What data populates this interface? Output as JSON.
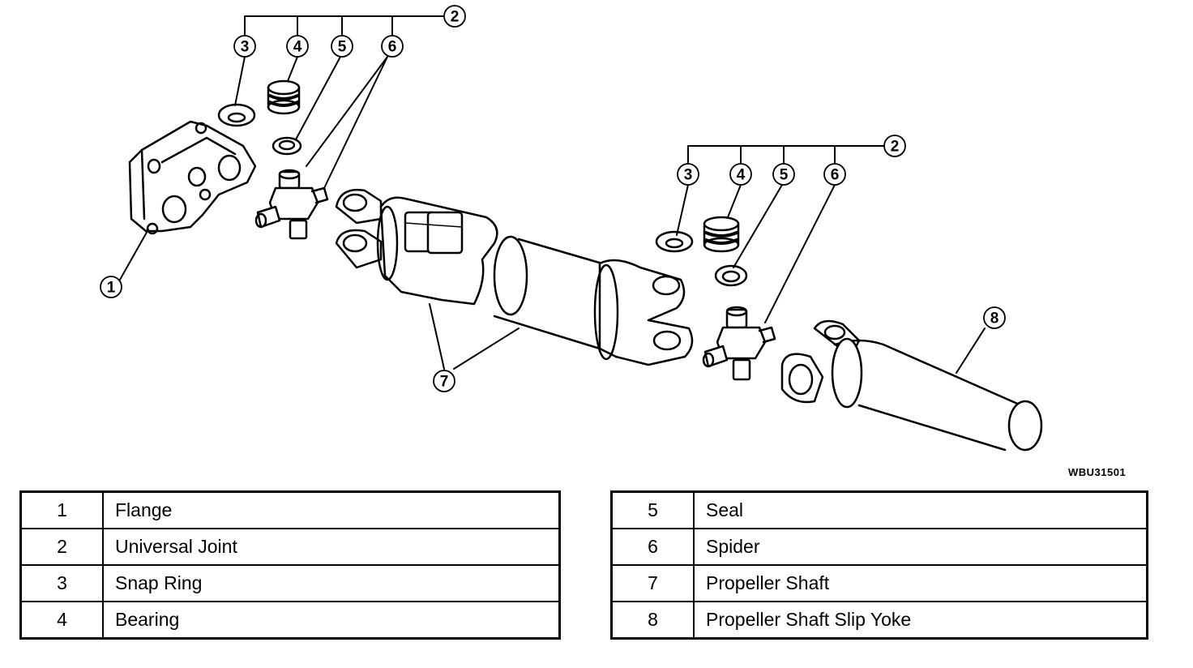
{
  "diagram": {
    "code": "WBU31501",
    "callouts": {
      "c1": "1",
      "c2a": "2",
      "c3a": "3",
      "c4a": "4",
      "c5a": "5",
      "c6a": "6",
      "c7": "7",
      "c2b": "2",
      "c3b": "3",
      "c4b": "4",
      "c5b": "5",
      "c6b": "6",
      "c8": "8"
    }
  },
  "legend": {
    "left": [
      {
        "num": "1",
        "name": "Flange"
      },
      {
        "num": "2",
        "name": "Universal Joint"
      },
      {
        "num": "3",
        "name": "Snap Ring"
      },
      {
        "num": "4",
        "name": "Bearing"
      }
    ],
    "right": [
      {
        "num": "5",
        "name": "Seal"
      },
      {
        "num": "6",
        "name": "Spider"
      },
      {
        "num": "7",
        "name": "Propeller Shaft"
      },
      {
        "num": "8",
        "name": "Propeller Shaft Slip Yoke"
      }
    ]
  }
}
